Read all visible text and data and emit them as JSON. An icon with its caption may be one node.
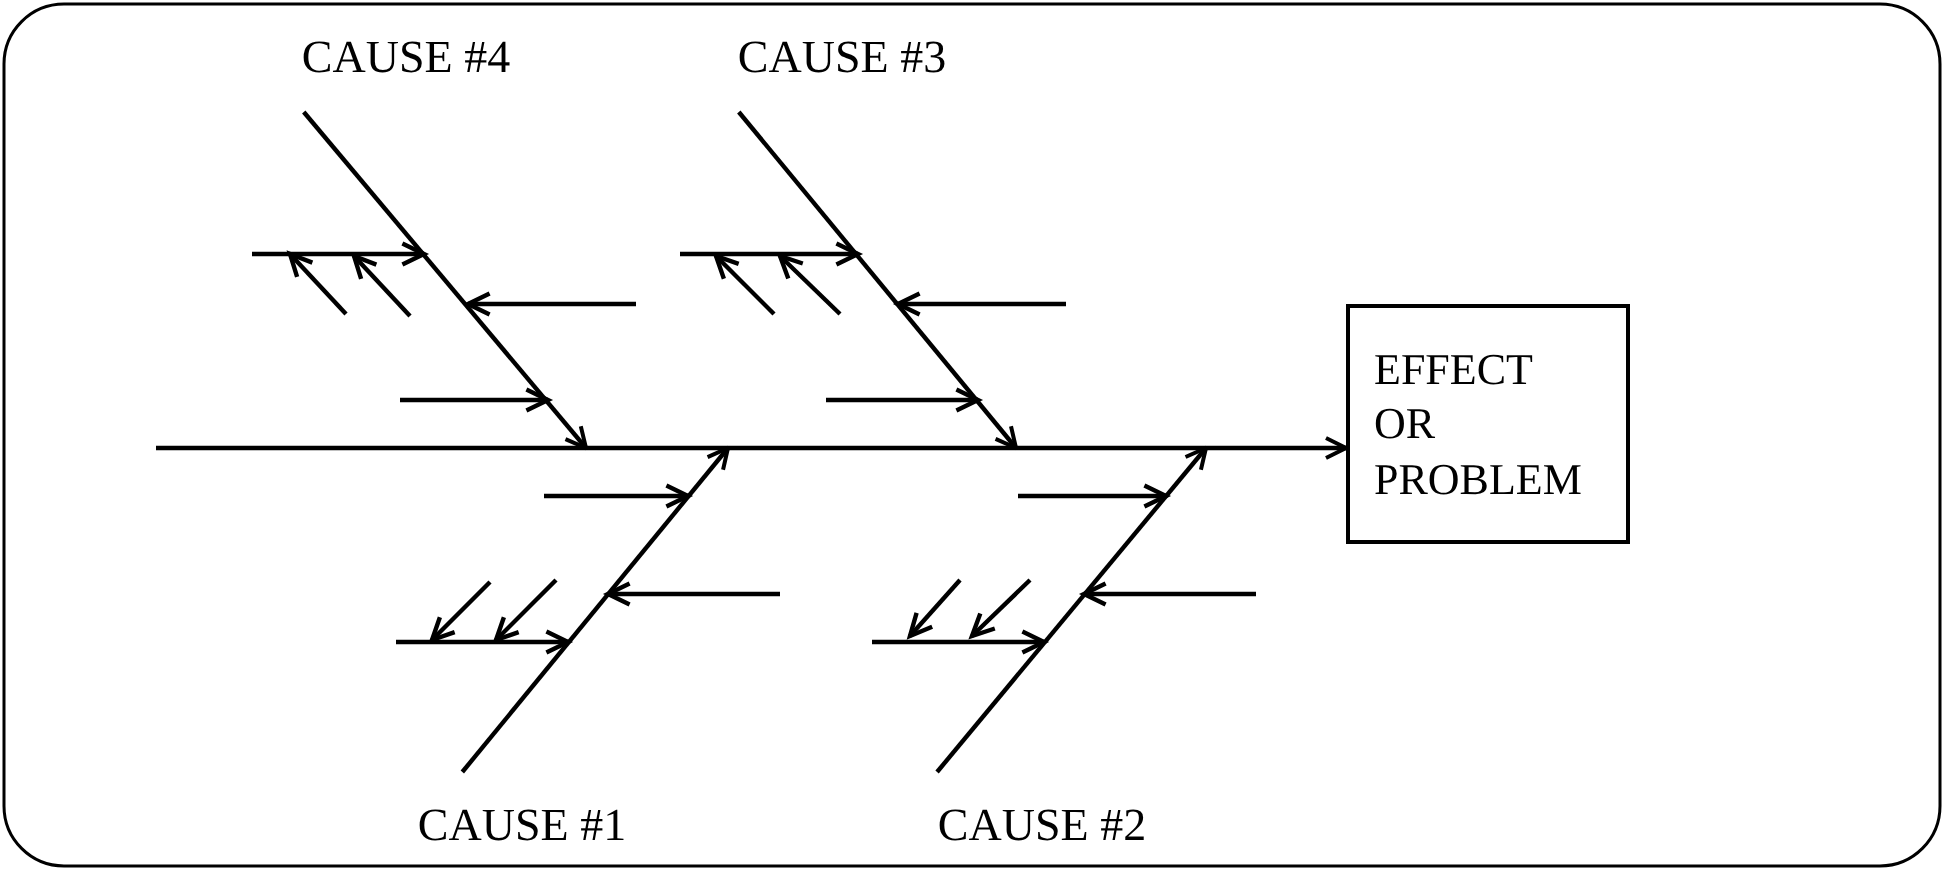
{
  "diagram": {
    "nodes": [
      {
        "text": [
          "CAUSE #4"
        ]
      },
      {
        "text": [
          "CAUSE #3"
        ]
      },
      {
        "text": [
          "EFFECT OR PROBLEM"
        ]
      },
      {
        "text": [
          "CAUSE #1"
        ]
      },
      {
        "text": [
          "CAUSE #2"
        ]
      }
    ],
    "edges": [
      {
        "from": null,
        "to": 2,
        "arrow": "to"
      },
      {
        "from": 0,
        "to": null,
        "arrow": "to"
      },
      {
        "from": 1,
        "to": null,
        "arrow": "to"
      },
      {
        "from": 3,
        "to": null,
        "arrow": "to"
      },
      {
        "from": 4,
        "to": null,
        "arrow": "to"
      }
    ]
  }
}
